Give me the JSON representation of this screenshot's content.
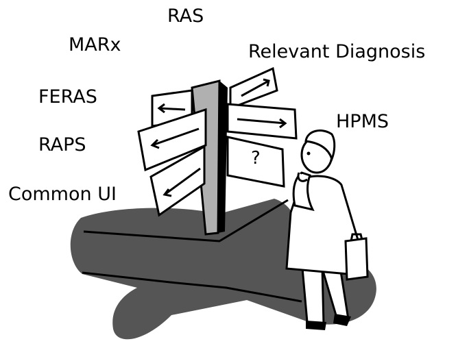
{
  "labels": {
    "ras": "RAS",
    "marx": "MARx",
    "relevant_diagnosis": "Relevant Diagnosis",
    "feras": "FERAS",
    "hpms": "HPMS",
    "raps": "RAPS",
    "common_ui": "Common UI"
  },
  "sign_question": "?",
  "colors": {
    "ink": "#000000",
    "shadow": "#555555",
    "post_light": "#b0b0b0",
    "paper": "#ffffff"
  }
}
